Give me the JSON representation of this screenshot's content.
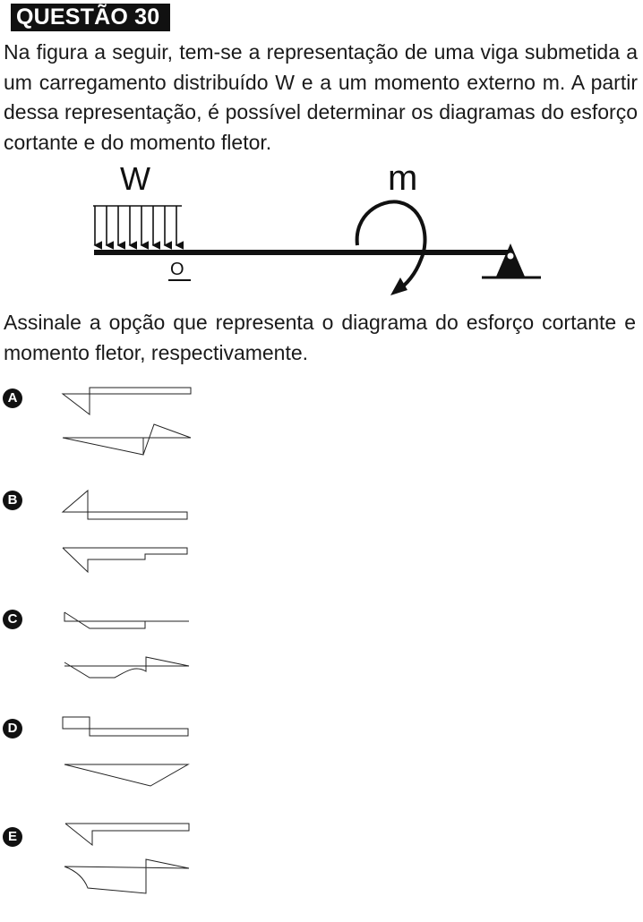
{
  "question": {
    "title": "QUESTÃO 30",
    "statement": "Na figura a seguir, tem-se a representação de uma viga submetida a um carregamento distribuído W e a um momento externo m. A partir dessa representação, é possível determinar os diagramas do esforço cortante e do momento fletor.",
    "prompt": "Assinale a opção que representa o diagrama do esforço cortante e momento fletor, respectivamente."
  },
  "figure": {
    "load_label": "W",
    "moment_label": "m",
    "point_label": "O"
  },
  "options": [
    {
      "letter": "A"
    },
    {
      "letter": "B"
    },
    {
      "letter": "C"
    },
    {
      "letter": "D"
    },
    {
      "letter": "E"
    }
  ]
}
